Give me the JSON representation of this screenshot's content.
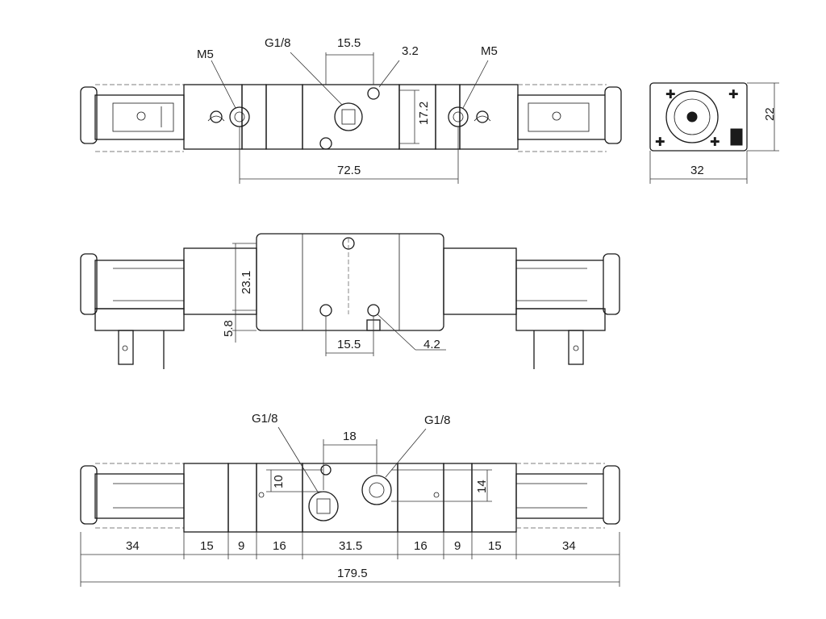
{
  "top_view": {
    "port_left": "M5",
    "port_center": "G1/8",
    "hole_spacing": "15.5",
    "hole_dia": "3.2",
    "port_right": "M5",
    "vertical_spacing": "17.2",
    "pilot_spacing": "72.5"
  },
  "end_view": {
    "height": "22",
    "width": "32"
  },
  "side_view": {
    "height": "23.1",
    "offset": "5.8",
    "hole_spacing": "15.5",
    "hole_dia": "4.2"
  },
  "bottom_view": {
    "port_left": "G1/8",
    "port_right": "G1/8",
    "port_spacing": "18",
    "offset_left": "10",
    "offset_right": "14",
    "segments": [
      "34",
      "15",
      "9",
      "16",
      "31.5",
      "16",
      "9",
      "15",
      "34"
    ],
    "total_length": "179.5"
  }
}
